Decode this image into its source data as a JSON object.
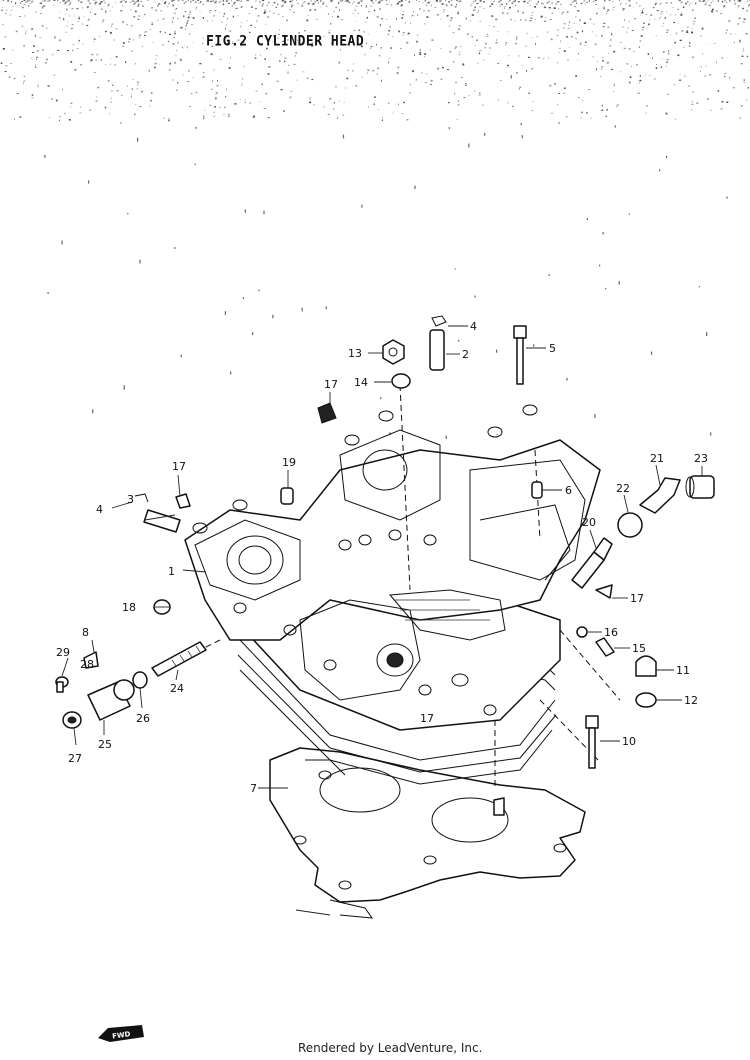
{
  "title": "FIG.2  CYLINDER HEAD",
  "fwd_label": "FWD",
  "credit": "Rendered by LeadVenture, Inc.",
  "callouts": [
    "1",
    "2",
    "3",
    "4",
    "4",
    "5",
    "6",
    "7",
    "8",
    "10",
    "11",
    "12",
    "13",
    "14",
    "15",
    "16",
    "17",
    "17",
    "17",
    "17",
    "18",
    "19",
    "20",
    "21",
    "22",
    "23",
    "24",
    "25",
    "26",
    "27",
    "28",
    "29"
  ],
  "colors": {
    "ink": "#111111",
    "paper": "#ffffff"
  }
}
